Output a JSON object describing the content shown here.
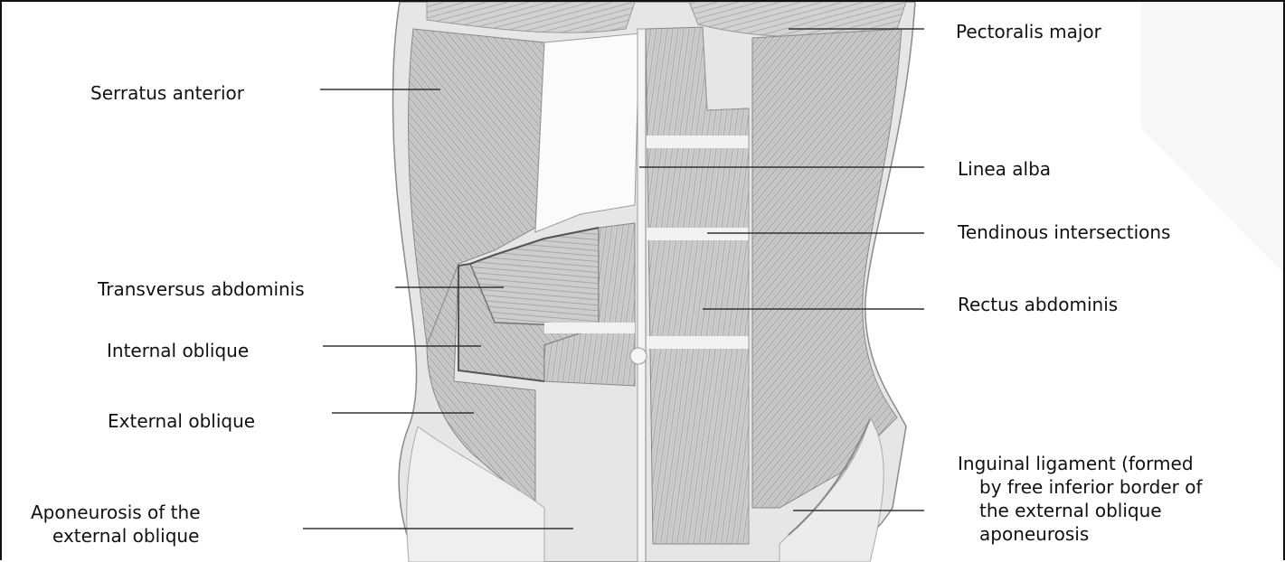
{
  "figure": {
    "labels": {
      "pectoralis_major": "Pectoralis major",
      "serratus_anterior": "Serratus anterior",
      "linea_alba": "Linea alba",
      "tendinous_intersections": "Tendinous intersections",
      "transversus_abdominis": "Transversus abdominis",
      "rectus_abdominis": "Rectus abdominis",
      "internal_oblique": "Internal oblique",
      "external_oblique": "External oblique",
      "aponeurosis": [
        "Aponeurosis of the",
        "external oblique"
      ],
      "inguinal_ligament": [
        "Inguinal ligament (formed",
        "by free inferior border of",
        "the external oblique",
        "aponeurosis"
      ]
    },
    "colors": {
      "muscle": "#c9c9c9",
      "muscle_dark": "#9e9e9e",
      "tendon": "#efefef",
      "leader": "#333333"
    }
  }
}
